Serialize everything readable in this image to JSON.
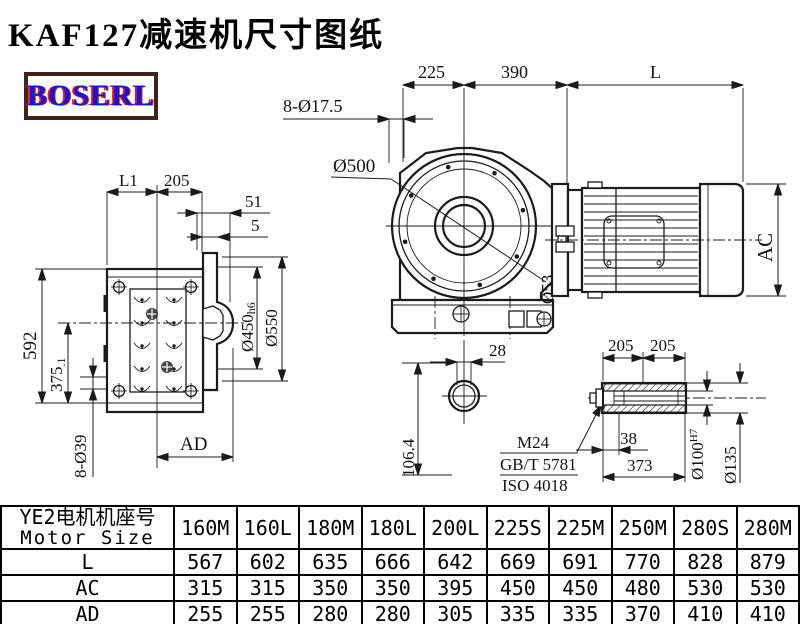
{
  "title": "KAF127减速机尺寸图纸",
  "logo_text": "BOSERL",
  "front_view": {
    "d225": "225",
    "d390": "390",
    "dL": "L",
    "bolt_callout": "8-Ø17.5",
    "flange_dia": "Ø500",
    "shaft_label": "Ø53",
    "ac_label": "AC"
  },
  "side_view": {
    "l1": "L1",
    "d205": "205",
    "d51": "51",
    "d5": "5",
    "d592": "592",
    "d375_base": "375",
    "d375_sub": ".1",
    "d450_base": "Ø450",
    "d450_tol": "h6",
    "d550": "Ø550",
    "holes_callout": "8-Ø39",
    "ad": "AD"
  },
  "input_view": {
    "d28": "28",
    "d106": "106.4"
  },
  "bolt_spec": {
    "thread": "M24",
    "gb": "GB/T 5781",
    "iso": "ISO 4018"
  },
  "shaft_view": {
    "d205a": "205",
    "d205b": "205",
    "d38": "38",
    "d373": "373",
    "bore_base": "Ø100",
    "bore_tol": "H7",
    "outer_dia": "Ø135"
  },
  "table": {
    "header_line1": "YE2电机机座号",
    "header_line2": "Motor Size",
    "columns": [
      "160M",
      "160L",
      "180M",
      "180L",
      "200L",
      "225S",
      "225M",
      "250M",
      "280S",
      "280M"
    ],
    "rows": [
      {
        "label": "L",
        "values": [
          "567",
          "602",
          "635",
          "666",
          "642",
          "669",
          "691",
          "770",
          "828",
          "879"
        ]
      },
      {
        "label": "AC",
        "values": [
          "315",
          "315",
          "350",
          "350",
          "395",
          "450",
          "450",
          "480",
          "530",
          "530"
        ]
      },
      {
        "label": "AD",
        "values": [
          "255",
          "255",
          "280",
          "280",
          "305",
          "335",
          "335",
          "370",
          "410",
          "410"
        ]
      }
    ]
  },
  "colors": {
    "line": "#1b1b1b",
    "logo_blue": "#1c12d0",
    "logo_red": "#cc2222",
    "logo_border": "#40241c"
  }
}
